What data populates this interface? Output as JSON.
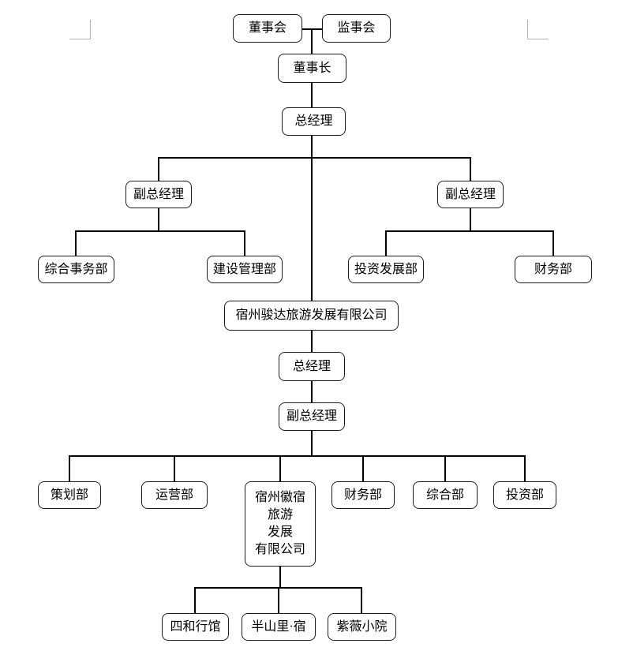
{
  "diagram_title": "company organization chart",
  "colors": {
    "line": "#000000",
    "border": "#1c1c1c",
    "bg": "#ffffff",
    "text": "#000000",
    "mark": "#b3b3b3"
  },
  "nodes": {
    "board": "董事会",
    "supervisory_board": "监事会",
    "chairman": "董事长",
    "general_manager_top": "总经理",
    "deputy_gm_left": "副总经理",
    "deputy_gm_right": "副总经理",
    "general_affairs_dept": "综合事务部",
    "construction_mgmt_dept": "建设管理部",
    "investment_dev_dept": "投资发展部",
    "finance_dept_upper": "财务部",
    "junda_company": "宿州骏达旅游发展有限公司",
    "general_manager_mid": "总经理",
    "deputy_gm_mid": "副总经理",
    "planning_dept": "策划部",
    "operations_dept": "运营部",
    "huisu_company": "宿州徽宿\n旅游\n发展\n有限公司",
    "finance_dept_lower": "财务部",
    "general_dept": "综合部",
    "investment_dept": "投资部",
    "sihe_hotel": "四和行馆",
    "banshanli_hotel": "半山里·宿",
    "ziwei_hotel": "紫薇小院"
  }
}
